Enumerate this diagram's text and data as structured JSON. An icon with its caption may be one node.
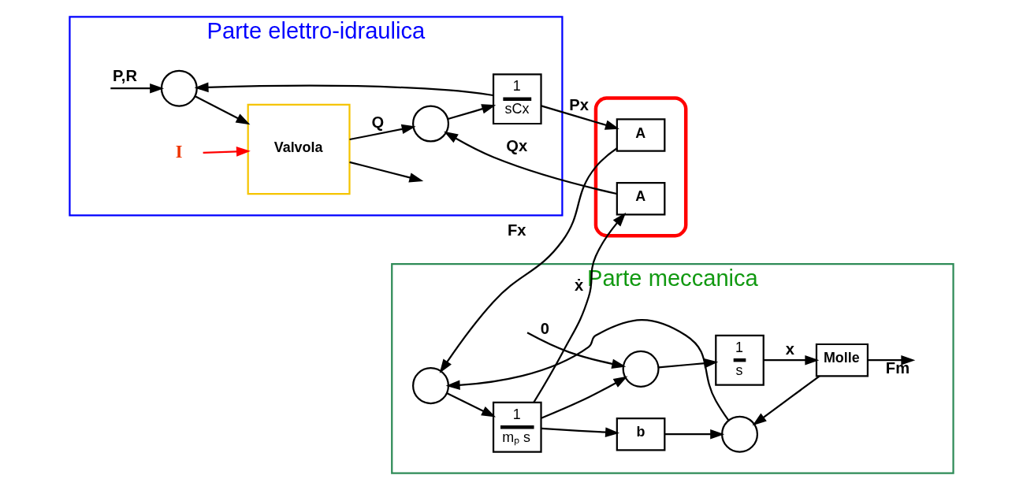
{
  "diagram": {
    "nodes": [
      {
        "text": [
          "Parte elettro-idraulica"
        ]
      },
      {
        "text": [],
        "shape": "circle",
        "in": 0
      },
      {
        "text": [
          "Valvola"
        ],
        "in": 0
      },
      {
        "text": [
          "I"
        ],
        "in": 0
      },
      {
        "text": [
          "1",
          "sCx"
        ],
        "in": 0
      },
      {
        "text": [],
        "shape": "circle",
        "in": 0
      },
      {
        "text": [],
        "shape": "box"
      },
      {
        "text": [
          "A"
        ],
        "in": 6
      },
      {
        "text": [
          "A"
        ],
        "in": 6
      },
      {
        "text": [
          "Parte meccanica"
        ]
      },
      {
        "text": [],
        "shape": "circle",
        "in": 9
      },
      {
        "text": [],
        "shape": "circle",
        "in": 9
      },
      {
        "text": [
          "1",
          "mₚ s"
        ],
        "in": 9
      },
      {
        "text": [
          "b"
        ],
        "in": 9
      },
      {
        "text": [
          "Molle"
        ],
        "in": 9
      },
      {
        "text": [
          "1",
          "s"
        ],
        "in": 9
      },
      {
        "text": [],
        "shape": "circle",
        "in": 9
      }
    ],
    "edges": [
      {
        "from": null,
        "to": 1,
        "arrow": "to",
        "label": "P,R"
      },
      {
        "from": 1,
        "to": 2,
        "arrow": "to"
      },
      {
        "from": 4,
        "to": 1,
        "arrow": "to"
      },
      {
        "from": 4,
        "to": 7,
        "arrow": "to",
        "label": "Px"
      },
      {
        "from": 3,
        "to": 2,
        "arrow": "to",
        "color": "#ff0000"
      },
      {
        "from": 2,
        "to": null,
        "arrow": "to"
      },
      {
        "from": 2,
        "to": 5,
        "arrow": "to",
        "label": "Q"
      },
      {
        "from": 5,
        "to": 4,
        "arrow": "to"
      },
      {
        "from": 8,
        "to": 5,
        "arrow": "to",
        "label": "Qx"
      },
      {
        "from": 7,
        "to": 10,
        "arrow": "to",
        "label": "Fx"
      },
      {
        "from": 10,
        "to": 12,
        "arrow": "to"
      },
      {
        "from": 11,
        "to": 10,
        "arrow": "to"
      },
      {
        "from": 12,
        "to": 8,
        "arrow": "to",
        "label": "ẋ"
      },
      {
        "from": 12,
        "to": 13,
        "arrow": "to"
      },
      {
        "from": 12,
        "to": 16,
        "arrow": "to"
      },
      {
        "from": 13,
        "to": 11,
        "arrow": "to"
      },
      {
        "from": 14,
        "to": 11,
        "arrow": "to"
      },
      {
        "from": 14,
        "to": null,
        "arrow": "to",
        "label": "Fm"
      },
      {
        "from": 16,
        "to": 15,
        "arrow": "to"
      },
      {
        "from": 15,
        "to": 14,
        "arrow": "to",
        "label": "x"
      },
      {
        "from": null,
        "to": 16,
        "arrow": "to",
        "label": "0"
      }
    ]
  }
}
